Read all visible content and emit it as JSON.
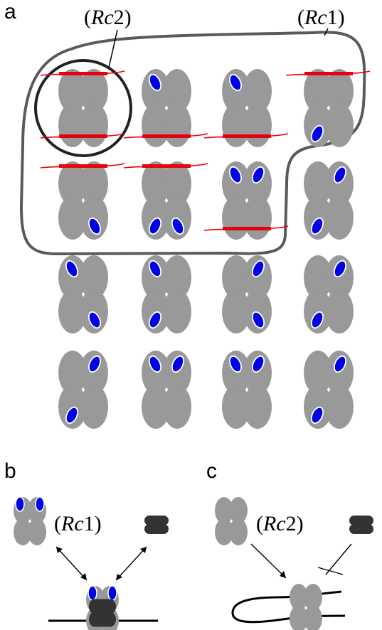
{
  "panels": [
    {
      "letter": "a"
    },
    {
      "letter": "b"
    },
    {
      "letter": "c"
    }
  ],
  "region_labels": {
    "rc1": {
      "open": "(",
      "ital": "Rc",
      "num": "1",
      "close": ")"
    },
    "rc2": {
      "open": "(",
      "ital": "Rc",
      "num": "2",
      "close": ")"
    }
  },
  "colors": {
    "gray": "#999999",
    "dark": "#333333",
    "blue": "#0000e6",
    "red": "#e8000b",
    "outline": "#555555"
  },
  "grid": {
    "rows": 4,
    "cols": 4,
    "cells": [
      {
        "row": 0,
        "col": 0,
        "blue": [],
        "dna": [
          "top",
          "bottom"
        ]
      },
      {
        "row": 0,
        "col": 1,
        "blue": [
          "top-left"
        ],
        "dna": [
          "bottom"
        ]
      },
      {
        "row": 0,
        "col": 2,
        "blue": [
          "top-left"
        ],
        "dna": [
          "bottom"
        ]
      },
      {
        "row": 0,
        "col": 3,
        "blue": [
          "bottom-left"
        ],
        "dna": [
          "top"
        ]
      },
      {
        "row": 1,
        "col": 0,
        "blue": [
          "bottom-right"
        ],
        "dna": [
          "top"
        ]
      },
      {
        "row": 1,
        "col": 1,
        "blue": [
          "bottom-left",
          "bottom-right"
        ],
        "dna": [
          "top"
        ]
      },
      {
        "row": 1,
        "col": 2,
        "blue": [
          "top-left",
          "top-right"
        ],
        "dna": [
          "bottom"
        ]
      },
      {
        "row": 1,
        "col": 3,
        "blue": [
          "top-right",
          "bottom-left"
        ],
        "dna": []
      },
      {
        "row": 2,
        "col": 0,
        "blue": [
          "top-left",
          "bottom-right"
        ],
        "dna": []
      },
      {
        "row": 2,
        "col": 1,
        "blue": [
          "top-left",
          "bottom-left"
        ],
        "dna": []
      },
      {
        "row": 2,
        "col": 2,
        "blue": [
          "top-right",
          "bottom-right"
        ],
        "dna": []
      },
      {
        "row": 2,
        "col": 3,
        "blue": [
          "top-right",
          "bottom-left"
        ],
        "dna": []
      },
      {
        "row": 3,
        "col": 0,
        "blue": [
          "top-right",
          "bottom-left"
        ],
        "dna": []
      },
      {
        "row": 3,
        "col": 1,
        "blue": [
          "top-left",
          "top-right"
        ],
        "dna": []
      },
      {
        "row": 3,
        "col": 2,
        "blue": [
          "top-left",
          "top-right"
        ],
        "dna": []
      },
      {
        "row": 3,
        "col": 3,
        "blue": [
          "top-right",
          "bottom-left"
        ],
        "dna": []
      }
    ]
  }
}
